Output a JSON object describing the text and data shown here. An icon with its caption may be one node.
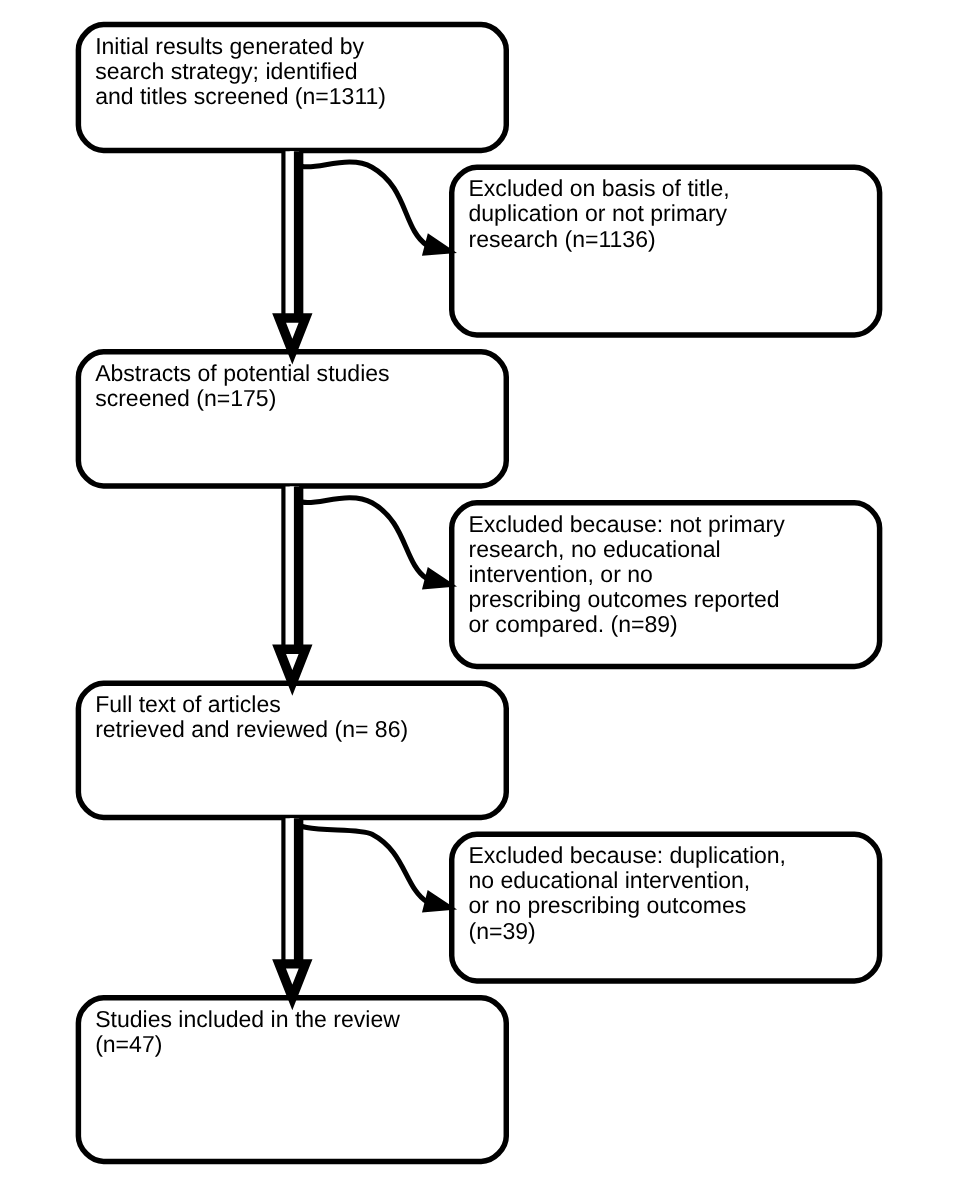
{
  "diagram": {
    "nodes": [
      {
        "text": [
          "Initial results generated by search strategy; identified and titles screened (n=1311)"
        ]
      },
      {
        "text": [
          "Excluded on basis of title, duplication or not primary research (n=1136)"
        ]
      },
      {
        "text": [
          "Abstracts of potential studies screened (n=175)"
        ]
      },
      {
        "text": [
          "Excluded because: not primary research, no educational intervention, or no prescribing outcomes reported or compared. (n=89)"
        ]
      },
      {
        "text": [
          "Full text of articles retrieved and reviewed (n= 86)"
        ]
      },
      {
        "text": [
          "Excluded because: duplication, no educational intervention, or no prescribing outcomes (n=39)"
        ]
      },
      {
        "text": [
          "Studies included in the review (n=47)"
        ]
      }
    ],
    "edges": [
      {
        "from": 0,
        "to": 2,
        "arrow": "to",
        "style": "thick"
      },
      {
        "from": 0,
        "to": 1,
        "arrow": "to"
      },
      {
        "from": 2,
        "to": 4,
        "arrow": "to",
        "style": "thick"
      },
      {
        "from": 2,
        "to": 3,
        "arrow": "to"
      },
      {
        "from": 4,
        "to": 6,
        "arrow": "to",
        "style": "thick"
      },
      {
        "from": 4,
        "to": 5,
        "arrow": "to"
      }
    ]
  }
}
